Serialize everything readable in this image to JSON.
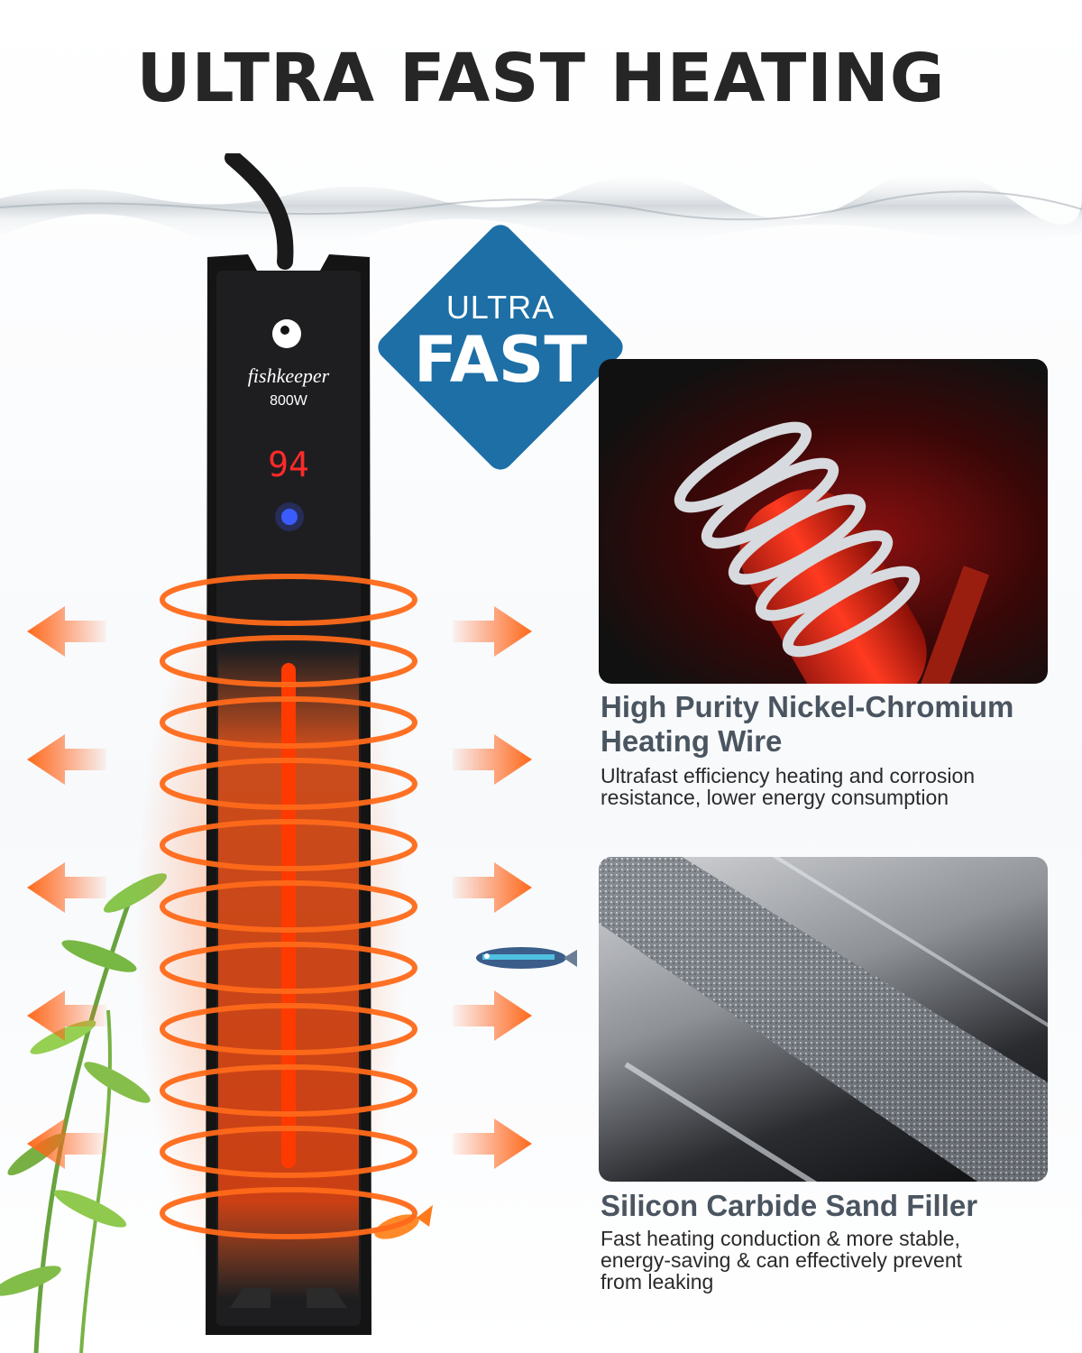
{
  "headline": "ULTRA FAST HEATING",
  "badge": {
    "line1": "ULTRA",
    "line2": "FAST",
    "color": "#1d6fa6"
  },
  "heater": {
    "brand": "fishkeeper",
    "wattage": "800W",
    "display_value": "94"
  },
  "features": [
    {
      "title_line1": "High Purity Nickel-Chromium",
      "title_line2": "Heating Wire",
      "desc_line1": "Ultrafast efficiency heating and corrosion",
      "desc_line2": "resistance, lower energy consumption"
    },
    {
      "title_line1": "Silicon Carbide Sand Filler",
      "desc_line1": "Fast heating conduction & more stable,",
      "desc_line2": "energy-saving & can effectively prevent",
      "desc_line3": "from leaking"
    }
  ],
  "colors": {
    "heat": "#ff5a1a",
    "text_title": "#4a5560"
  }
}
